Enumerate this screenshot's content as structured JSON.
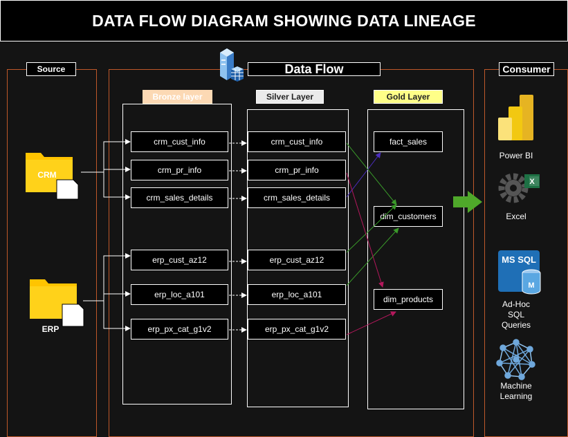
{
  "title": "DATA FLOW DIAGRAM SHOWING DATA LINEAGE",
  "panels": {
    "source": "Source",
    "data_flow": "Data Flow",
    "consumer": "Consumer"
  },
  "layers": {
    "bronze": "Bronze layer",
    "silver": "Silver Layer",
    "gold": "Gold Layer"
  },
  "sources": {
    "crm": "CRM",
    "erp": "ERP"
  },
  "bronze_tables": [
    "crm_cust_info",
    "crm_pr_info",
    "crm_sales_details",
    "erp_cust_az12",
    "erp_loc_a101",
    "erp_px_cat_g1v2"
  ],
  "silver_tables": [
    "crm_cust_info",
    "crm_pr_info",
    "crm_sales_details",
    "erp_cust_az12",
    "erp_loc_a101",
    "erp_px_cat_g1v2"
  ],
  "gold_tables": [
    "fact_sales",
    "dim_customers",
    "dim_products"
  ],
  "consumers": {
    "power_bi": "Power BI",
    "excel": "Excel",
    "sql_badge": "MS SQL",
    "sql_letter": "M",
    "adhoc_sql": "Ad-Hoc SQL Queries",
    "ml": "Machine Learning"
  },
  "colors": {
    "panel_border": "#c0592a",
    "bronze_fill": "#fcd9b4",
    "silver_fill": "#ebebeb",
    "gold_fill": "#ffff88",
    "link_to_fact": "#4b2dbe",
    "link_to_customers": "#3a9a2a",
    "link_to_products": "#b4185c",
    "big_arrow": "#4fa82a",
    "folder": "#ffc400"
  }
}
